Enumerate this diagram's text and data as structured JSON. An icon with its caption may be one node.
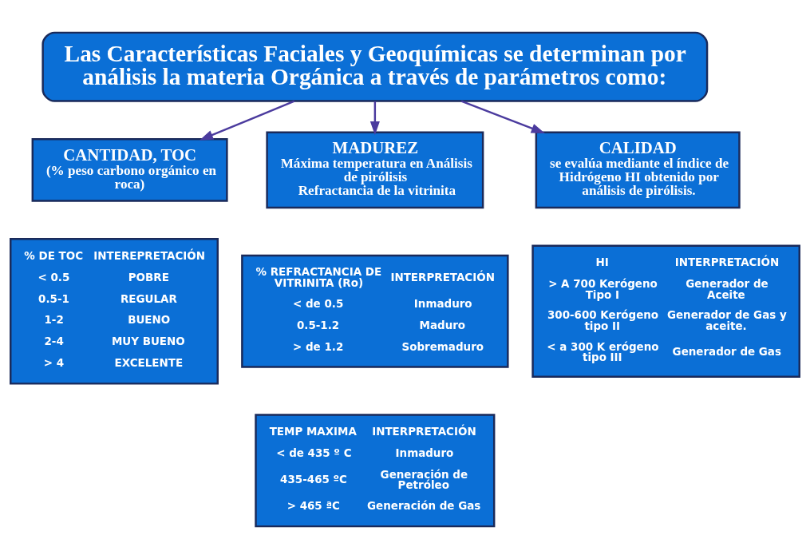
{
  "diagram": {
    "nodes": [
      {
        "text": [
          "Las Características Faciales y Geoquímicas se determinan por análisis la materia Orgánica a través de parámetros como:"
        ]
      },
      {
        "text": [
          "CANTIDAD, TOC",
          "(% peso carbono orgánico en roca)"
        ]
      },
      {
        "text": [
          "MADUREZ",
          "Máxima temperatura en Análisis de pirólisis",
          "Refractancia de la vitrinita"
        ]
      },
      {
        "text": [
          "CALIDAD",
          "se evalúa mediante el índice de Hidrógeno HI obtenido por análisis de pirólisis."
        ]
      },
      {
        "text": [
          "% DE TOC",
          "INTEREPRETACIÓN",
          "< 0.5",
          "POBRE",
          "0.5-1",
          "REGULAR",
          "1-2",
          "BUENO",
          "2-4",
          "MUY BUENO",
          "> 4",
          "EXCELENTE"
        ]
      },
      {
        "text": [
          "% REFRACTANCIA DE VITRINITA (Ro)",
          "INTERPRETACIÓN",
          "< de 0.5",
          "Inmaduro",
          "0.5-1.2",
          "Maduro",
          "> de 1.2",
          "Sobremaduro"
        ]
      },
      {
        "text": [
          "TEMP MAXIMA",
          "INTERPRETACIÓN",
          "< de 435 º C",
          "Inmaduro",
          "435-465 ºC",
          "Generación de Petróleo",
          "> 465 ªC",
          "Generación de Gas"
        ]
      },
      {
        "text": [
          "HI",
          "INTERPRETACIÓN",
          "> A 700 Kerógeno Tipo I",
          "Generador de Aceite",
          "300-600 Kerógeno tipo II",
          "Generador de Gas y aceite.",
          "< a 300 K erógeno tipo III",
          "Generador de Gas"
        ]
      }
    ],
    "edges": [
      {
        "from": 0,
        "to": 1,
        "arrow": "to"
      },
      {
        "from": 0,
        "to": 2,
        "arrow": "to"
      },
      {
        "from": 0,
        "to": 3,
        "arrow": "to"
      }
    ]
  }
}
